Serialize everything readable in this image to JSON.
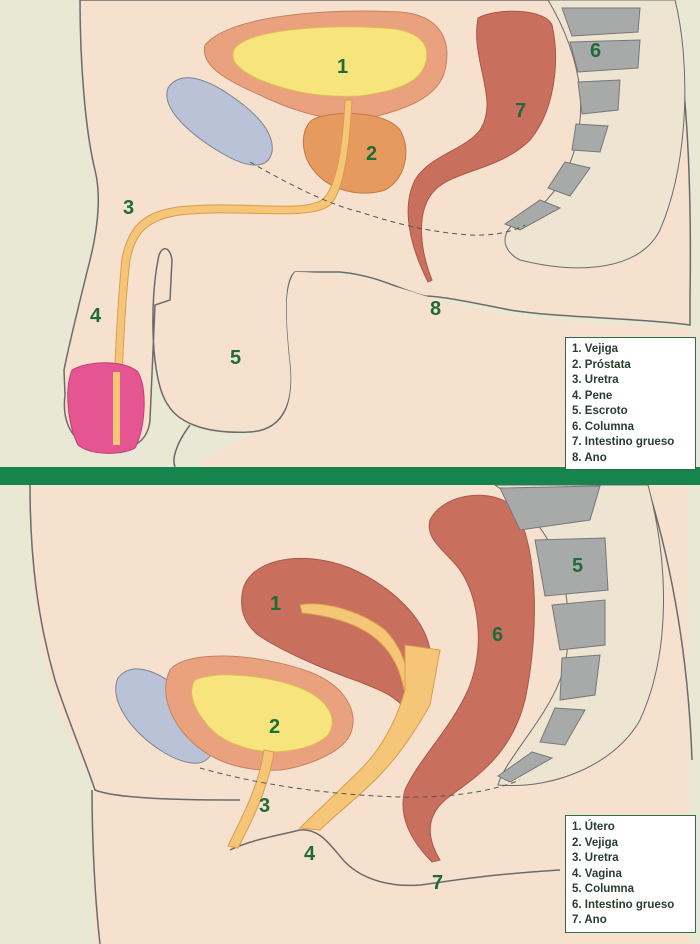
{
  "male": {
    "numbers": [
      "1",
      "2",
      "3",
      "4",
      "5",
      "6",
      "7",
      "8"
    ],
    "legend": [
      "1. Vejiga",
      "2. Próstata",
      "3. Uretra",
      "4. Pene",
      "5. Escroto",
      "6. Columna",
      "7. Intestino grueso",
      "8. Ano"
    ]
  },
  "female": {
    "numbers": [
      "1",
      "2",
      "3",
      "4",
      "5",
      "6",
      "7"
    ],
    "legend": [
      "1. Útero",
      "2. Vejiga",
      "3. Uretra",
      "4. Vagina",
      "5. Columna",
      "6. Intestino grueso",
      "7. Ano"
    ]
  },
  "colors": {
    "skin": "#f6e1cf",
    "background": "#e8e8d4",
    "bladder_wall": "#eaa27e",
    "bladder_inner": "#f7e47c",
    "prostate": "#e69a5e",
    "bone": "#b9c2d6",
    "vertebra": "#a8aaa9",
    "intestine": "#c86f5e",
    "urethra": "#f5c678",
    "glans": "#e55592",
    "divider": "#16844d",
    "label_text": "#1f6b3a"
  }
}
